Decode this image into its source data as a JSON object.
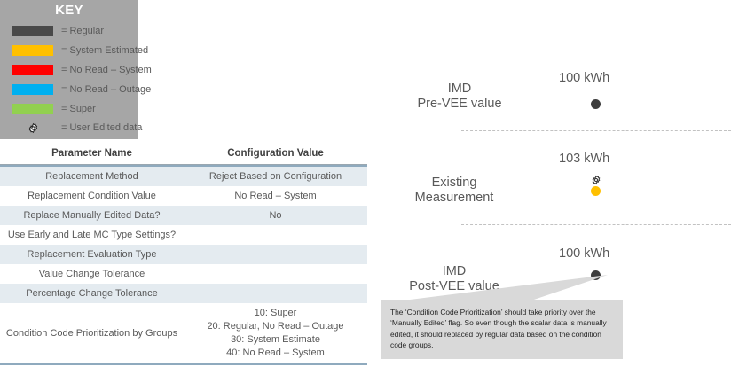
{
  "key_panel": {
    "title": "KEY",
    "items": [
      {
        "label": "= Regular",
        "color": "#494949",
        "swatch": "block"
      },
      {
        "label": "= System Estimated",
        "color": "#ffc000",
        "swatch": "block"
      },
      {
        "label": "= No Read – System",
        "color": "#ff0000",
        "swatch": "block"
      },
      {
        "label": "= No Read – Outage",
        "color": "#00b0f0",
        "swatch": "block"
      },
      {
        "label": "= Super",
        "color": "#92d050",
        "swatch": "block"
      },
      {
        "label": "= User Edited data",
        "color": "#262626",
        "swatch": "gear"
      }
    ],
    "background": "#a6a6a6",
    "title_color": "#ffffff"
  },
  "table": {
    "headers": [
      "Parameter Name",
      "Configuration Value"
    ],
    "rows": [
      {
        "name": "Replacement Method",
        "value": "Reject Based on Configuration",
        "multiline": false
      },
      {
        "name": "Replacement Condition Value",
        "value": "No Read – System",
        "multiline": false
      },
      {
        "name": "Replace Manually Edited Data?",
        "value": "No",
        "multiline": false
      },
      {
        "name": "Use Early and Late MC Type Settings?",
        "value": "",
        "multiline": false
      },
      {
        "name": "Replacement Evaluation Type",
        "value": "",
        "multiline": false
      },
      {
        "name": "Value Change Tolerance",
        "value": "",
        "multiline": false
      },
      {
        "name": "Percentage Change Tolerance",
        "value": "",
        "multiline": false
      },
      {
        "name": "Condition Code Prioritization by Groups",
        "value": "",
        "multiline": true,
        "value_lines": [
          "10: Super",
          "20: Regular, No Read – Outage",
          "30: System Estimate",
          "40: No Read – System"
        ]
      }
    ],
    "rule_color": "#8faabe",
    "stripe_color": "#e4ebf0"
  },
  "diagram": {
    "stages": [
      {
        "label": "IMD\nPre-VEE value",
        "value": "100 kWh",
        "dot_color": "#3d3d3d",
        "has_gear": false
      },
      {
        "label": "Existing\nMeasurement",
        "value": "103 kWh",
        "dot_color": "#ffc000",
        "has_gear": true
      },
      {
        "label": "IMD\nPost-VEE value",
        "value": "100 kWh",
        "dot_color": "#3d3d3d",
        "has_gear": false
      }
    ],
    "callout": "The ‘Condition Code Prioritization’ should take priority over the ‘Manually Edited’ flag.  So even though the scalar data is manually edited, it should replaced by regular data based on the condition code groups.",
    "callout_bg": "#d9d9d9"
  }
}
